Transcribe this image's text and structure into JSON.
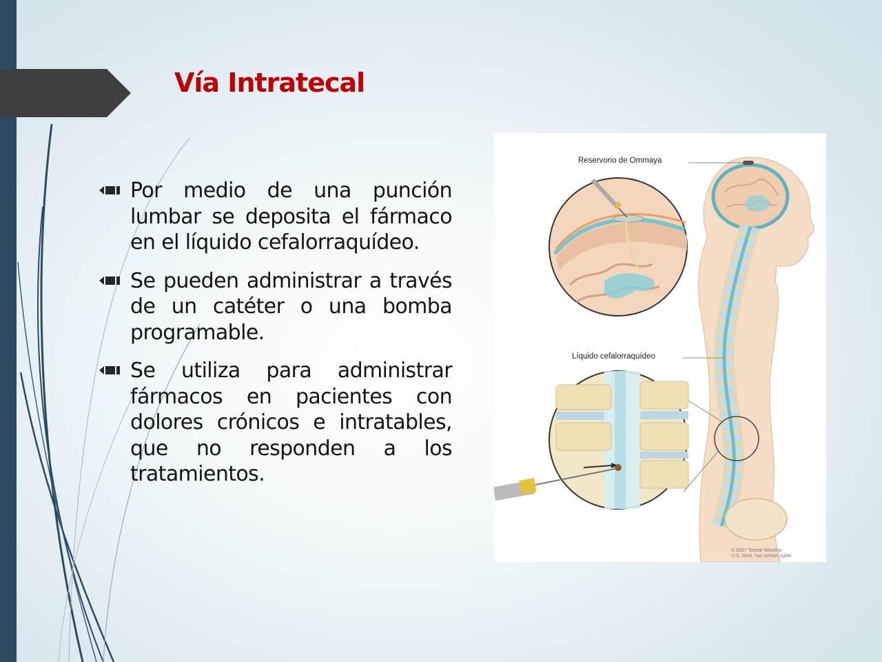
{
  "slide": {
    "title": "Vía Intratecal",
    "bullets": [
      {
        "text": "Por medio de una punción lumbar se deposita el fármaco en el líquido cefalorraquídeo."
      },
      {
        "text": "Se pueden administrar a través de un catéter o una bomba programable."
      },
      {
        "text": "Se utiliza para administrar fármacos en pacientes con dolores crónicos e intratables, que no responden a los tratamientos."
      }
    ],
    "bullet_icon": "pencil-icon",
    "colors": {
      "title": "#c00000",
      "sidebar": "#2d4a63",
      "arrow": "#404040",
      "body_text": "#141414"
    }
  },
  "figure": {
    "labels": {
      "top": "Reservorio de Ommaya",
      "middle": "Líquido cefalorraquídeo"
    },
    "credit_line1": "© 2007 Terese Winslow",
    "credit_line2": "U.S. Govt. has certain rights"
  }
}
